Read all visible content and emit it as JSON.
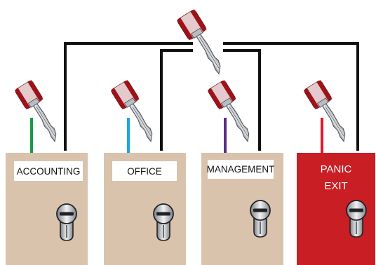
{
  "doors": [
    {
      "label": "ACCOUNTING",
      "key_color_name": "green-line",
      "wire_color": "#1a9a4a",
      "door_color": "#d9c3ad"
    },
    {
      "label": "OFFICE",
      "key_color_name": "blue-line",
      "wire_color": "#1aa6dd",
      "door_color": "#d9c3ad"
    },
    {
      "label": "MANAGEMENT",
      "key_color_name": "purple-line",
      "wire_color": "#5b2d86",
      "door_color": "#d9c3ad"
    },
    {
      "label_lines": [
        "PANIC",
        "EXIT"
      ],
      "key_color_name": "red-line",
      "wire_color": "#e0182d",
      "door_color": "#c81e24"
    }
  ],
  "master_key": {
    "icon": "master-key-icon"
  },
  "colors": {
    "line": "#111111",
    "key_head": "#d2232a",
    "key_blade": "#c9ccd0",
    "cylinder": "#b8bcc2"
  }
}
